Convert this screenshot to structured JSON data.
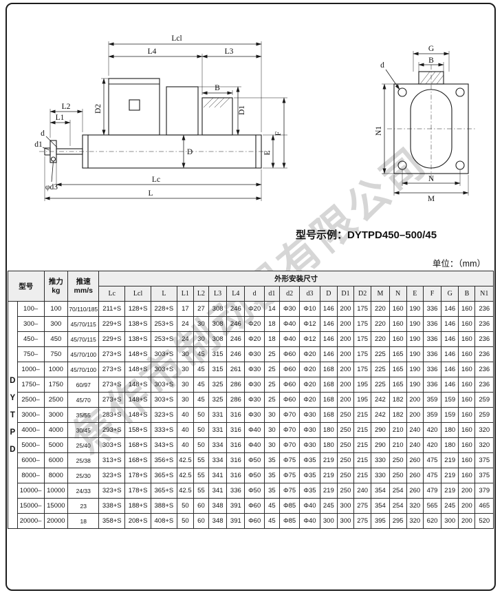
{
  "page": {
    "title_label": "型号示例：",
    "title_model": "DYTPD450–500/45",
    "unit_note": "单位：（mm）",
    "watermark": "焦作市制动器有限公司"
  },
  "diagram": {
    "side": {
      "lcl": "Lcl",
      "l4": "L4",
      "l3": "L3",
      "b": "B",
      "l2": "L2",
      "l1": "L1",
      "d": "d",
      "d1": "d1",
      "phi_d3": "φd3",
      "d2_dim": "D2",
      "d1_dim": "D1",
      "d_dim": "D",
      "e": "E",
      "f": "F",
      "lc": "Lc",
      "l": "L"
    },
    "front": {
      "g": "G",
      "b": "B",
      "d": "d",
      "n1": "N1",
      "n": "N",
      "m": "M"
    }
  },
  "table": {
    "header": {
      "model": "型号",
      "force_l1": "推力",
      "force_l2": "kg",
      "speed_l1": "推速",
      "speed_l2": "mm/s",
      "group": "外形安装尺寸",
      "dims": [
        "Lc",
        "Lcl",
        "L",
        "L1",
        "L2",
        "L3",
        "L4",
        "d",
        "d1",
        "d2",
        "d3",
        "D",
        "D1",
        "D2",
        "M",
        "N",
        "E",
        "F",
        "G",
        "B",
        "N1"
      ]
    },
    "series_letters": [
      "D",
      "Y",
      "T",
      "P",
      "D"
    ],
    "rows": [
      {
        "model": "100–",
        "force": "100",
        "speed": "70/110/185",
        "dims": [
          "211+S",
          "128+S",
          "228+S",
          "17",
          "27",
          "308",
          "246",
          "Φ20",
          "14",
          "Φ30",
          "Φ10",
          "146",
          "200",
          "175",
          "220",
          "160",
          "190",
          "336",
          "146",
          "160",
          "236"
        ]
      },
      {
        "model": "300–",
        "force": "300",
        "speed": "45/70/115",
        "dims": [
          "229+S",
          "138+S",
          "253+S",
          "24",
          "30",
          "308",
          "246",
          "Φ20",
          "18",
          "Φ40",
          "Φ12",
          "146",
          "200",
          "175",
          "220",
          "160",
          "190",
          "336",
          "146",
          "160",
          "236"
        ]
      },
      {
        "model": "450–",
        "force": "450",
        "speed": "45/70/115",
        "dims": [
          "229+S",
          "138+S",
          "253+S",
          "24",
          "30",
          "308",
          "246",
          "Φ20",
          "18",
          "Φ40",
          "Φ12",
          "146",
          "200",
          "175",
          "220",
          "160",
          "190",
          "336",
          "146",
          "160",
          "236"
        ]
      },
      {
        "model": "750–",
        "force": "750",
        "speed": "45/70/100",
        "dims": [
          "273+S",
          "148+S",
          "303+S",
          "30",
          "45",
          "315",
          "246",
          "Φ30",
          "25",
          "Φ60",
          "Φ20",
          "146",
          "200",
          "175",
          "225",
          "165",
          "190",
          "336",
          "146",
          "160",
          "236"
        ]
      },
      {
        "model": "1000–",
        "force": "1000",
        "speed": "45/70/100",
        "dims": [
          "273+S",
          "148+S",
          "303+S",
          "30",
          "45",
          "315",
          "261",
          "Φ30",
          "25",
          "Φ60",
          "Φ20",
          "168",
          "200",
          "175",
          "225",
          "165",
          "190",
          "336",
          "146",
          "160",
          "236"
        ]
      },
      {
        "model": "1750–",
        "force": "1750",
        "speed": "60/97",
        "dims": [
          "273+S",
          "148+S",
          "303+S",
          "30",
          "45",
          "325",
          "286",
          "Φ30",
          "25",
          "Φ60",
          "Φ20",
          "168",
          "200",
          "195",
          "225",
          "165",
          "190",
          "336",
          "146",
          "160",
          "236"
        ]
      },
      {
        "model": "2500–",
        "force": "2500",
        "speed": "45/70",
        "dims": [
          "273+S",
          "148+S",
          "303+S",
          "30",
          "45",
          "325",
          "286",
          "Φ30",
          "25",
          "Φ60",
          "Φ20",
          "168",
          "200",
          "195",
          "242",
          "182",
          "200",
          "359",
          "159",
          "160",
          "259"
        ]
      },
      {
        "model": "3000–",
        "force": "3000",
        "speed": "35/55",
        "dims": [
          "283+S",
          "148+S",
          "323+S",
          "40",
          "50",
          "331",
          "316",
          "Φ30",
          "30",
          "Φ70",
          "Φ30",
          "168",
          "250",
          "215",
          "242",
          "182",
          "200",
          "359",
          "159",
          "160",
          "259"
        ]
      },
      {
        "model": "4000–",
        "force": "4000",
        "speed": "30/45",
        "dims": [
          "293+S",
          "158+S",
          "333+S",
          "40",
          "50",
          "331",
          "316",
          "Φ40",
          "30",
          "Φ70",
          "Φ30",
          "180",
          "250",
          "215",
          "290",
          "210",
          "240",
          "420",
          "180",
          "160",
          "320"
        ]
      },
      {
        "model": "5000–",
        "force": "5000",
        "speed": "25/40",
        "dims": [
          "303+S",
          "168+S",
          "343+S",
          "40",
          "50",
          "334",
          "316",
          "Φ40",
          "30",
          "Φ70",
          "Φ30",
          "180",
          "250",
          "215",
          "290",
          "210",
          "240",
          "420",
          "180",
          "160",
          "320"
        ]
      },
      {
        "model": "6000–",
        "force": "6000",
        "speed": "25/38",
        "dims": [
          "313+S",
          "168+S",
          "356+S",
          "42.5",
          "55",
          "334",
          "316",
          "Φ50",
          "35",
          "Φ75",
          "Φ35",
          "219",
          "250",
          "215",
          "330",
          "250",
          "260",
          "475",
          "219",
          "160",
          "375"
        ]
      },
      {
        "model": "8000–",
        "force": "8000",
        "speed": "25/30",
        "dims": [
          "323+S",
          "178+S",
          "365+S",
          "42.5",
          "55",
          "341",
          "316",
          "Φ50",
          "35",
          "Φ75",
          "Φ35",
          "219",
          "250",
          "215",
          "330",
          "250",
          "260",
          "475",
          "219",
          "160",
          "375"
        ]
      },
      {
        "model": "10000–",
        "force": "10000",
        "speed": "24/33",
        "dims": [
          "323+S",
          "178+S",
          "365+S",
          "42.5",
          "55",
          "341",
          "336",
          "Φ50",
          "35",
          "Φ75",
          "Φ35",
          "219",
          "250",
          "240",
          "354",
          "254",
          "260",
          "479",
          "219",
          "200",
          "379"
        ]
      },
      {
        "model": "15000–",
        "force": "15000",
        "speed": "23",
        "dims": [
          "338+S",
          "188+S",
          "388+S",
          "50",
          "60",
          "348",
          "391",
          "Φ60",
          "45",
          "Φ85",
          "Φ40",
          "245",
          "300",
          "275",
          "354",
          "254",
          "320",
          "565",
          "245",
          "200",
          "465"
        ]
      },
      {
        "model": "20000–",
        "force": "20000",
        "speed": "18",
        "dims": [
          "358+S",
          "208+S",
          "408+S",
          "50",
          "60",
          "348",
          "391",
          "Φ60",
          "45",
          "Φ85",
          "Φ40",
          "300",
          "300",
          "275",
          "395",
          "295",
          "320",
          "620",
          "300",
          "200",
          "520"
        ]
      }
    ]
  }
}
